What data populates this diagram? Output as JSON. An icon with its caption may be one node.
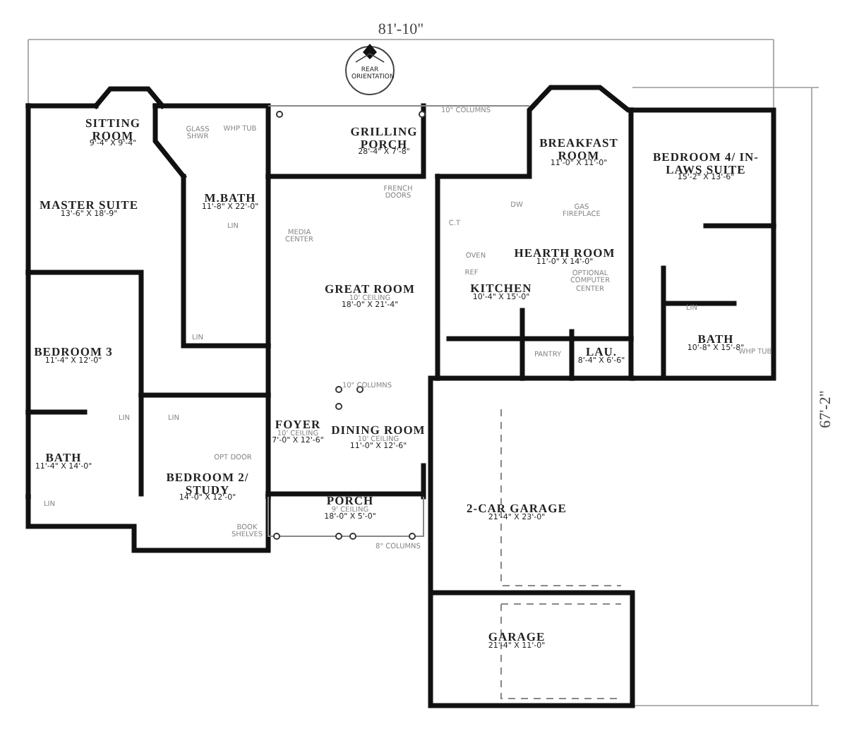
{
  "diagram": {
    "nodes": [
      {
        "text": [
          "SITTING ROOM",
          "9'-4\" X 9'-4\""
        ]
      },
      {
        "text": [
          "MASTER SUITE",
          "13'-6\" X 18'-9\""
        ]
      },
      {
        "text": [
          "M.BATH",
          "11'-8\" X 22'-0\""
        ]
      },
      {
        "text": [
          "GRILLING PORCH",
          "28'-4\" X 7'-8\""
        ]
      },
      {
        "text": [
          "BREAKFAST ROOM",
          "11'-0\" X 11'-0\""
        ]
      },
      {
        "text": [
          "BEDROOM 4/ IN-LAWS SUITE",
          "15'-2\" X 13'-6\""
        ]
      },
      {
        "text": [
          "GREAT ROOM",
          "10' CEILING",
          "18'-0\" X 21'-4\""
        ]
      },
      {
        "text": [
          "HEARTH ROOM",
          "11'-0\" X 14'-0\""
        ]
      },
      {
        "text": [
          "KITCHEN",
          "10'-4\" X 15'-0\""
        ]
      },
      {
        "text": [
          "BEDROOM 3",
          "11'-4\" X 12'-0\""
        ]
      },
      {
        "text": [
          "LAU.",
          "8'-4\" X 6'-6\""
        ]
      },
      {
        "text": [
          "BATH",
          "10'-8\" X 15'-8\""
        ]
      },
      {
        "text": [
          "FOYER",
          "10' CEILING",
          "7'-0\" X 12'-6\""
        ]
      },
      {
        "text": [
          "DINING ROOM",
          "10' CEILING",
          "11'-0\" X 12'-6\""
        ]
      },
      {
        "text": [
          "BATH",
          "11'-4\" X 14'-0\""
        ]
      },
      {
        "text": [
          "BEDROOM 2/ STUDY",
          "14'-0\" X 12'-0\""
        ]
      },
      {
        "text": [
          "PORCH",
          "9' CEILING",
          "18'-0\" X 5'-0\""
        ]
      },
      {
        "text": [
          "2-CAR GARAGE",
          "21'-4\" X 23'-0\""
        ]
      },
      {
        "text": [
          "GARAGE",
          "21'-4\" X 11'-0\""
        ]
      }
    ],
    "edges": [],
    "labels": [
      "81'-10\"",
      "REAR ORIENTATION",
      "10\" COLUMNS",
      "GLASS SHWR",
      "WHP TUB",
      "FRENCH DOORS",
      "MEDIA CENTER",
      "LIN",
      "DW",
      "C.T",
      "GAS FIREPLACE",
      "OVEN",
      "REF",
      "OPTIONAL COMPUTER CENTER",
      "LIN",
      "PANTRY",
      "10\" COLUMNS",
      "LIN",
      "LIN",
      "OPT DOOR",
      "LIN",
      "BOOK SHELVES",
      "8\" COLUMNS",
      "67'-2\"",
      "LIN",
      "WHP TUB"
    ]
  }
}
